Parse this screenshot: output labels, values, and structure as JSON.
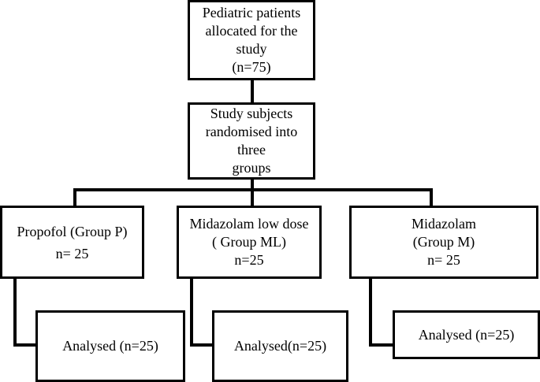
{
  "enrollment": {
    "line1": "Pediatric patients",
    "line2": "allocated for the study",
    "line3": "(n=75)"
  },
  "randomisation": {
    "line1": "Study subjects",
    "line2": "randomised into three",
    "line3": "groups"
  },
  "groups": [
    {
      "line1": "Propofol (Group P)",
      "line2": "n= 25",
      "analysed": "Analysed (n=25)"
    },
    {
      "line1": "Midazolam low dose",
      "line2": "( Group ML)",
      "line3": "n=25",
      "analysed": "Analysed(n=25)"
    },
    {
      "line1": "Midazolam",
      "line2": "(Group M)",
      "line3": "n= 25",
      "analysed": "Analysed (n=25)"
    }
  ]
}
